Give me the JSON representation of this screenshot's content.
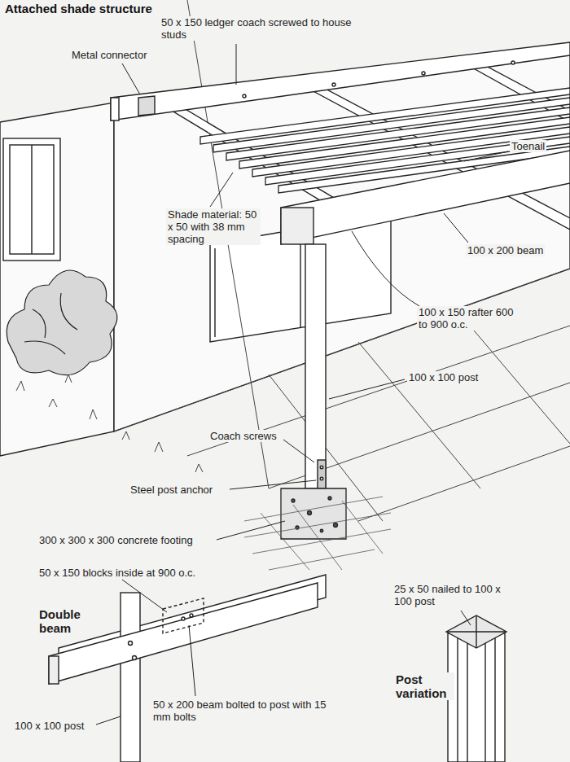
{
  "diagram": {
    "title": "Attached shade structure",
    "labels": [
      "50 x 150 ledger coach screwed to house studs",
      "Metal connector",
      "Toenail",
      "Shade material: 50 x 50 with 38 mm spacing",
      "100 x 200 beam",
      "100 x 150 rafter 600 to 900 o.c.",
      "100 x 100 post",
      "Coach screws",
      "Steel post anchor",
      "300 x 300 x 300 concrete footing",
      "50 x 150 blocks inside at 900 o.c.",
      "Double beam",
      "25 x 50 nailed to 100 x 100 post",
      "Post variation",
      "50 x 200 beam bolted to post with 15 mm bolts",
      "100 x 100 post"
    ]
  }
}
